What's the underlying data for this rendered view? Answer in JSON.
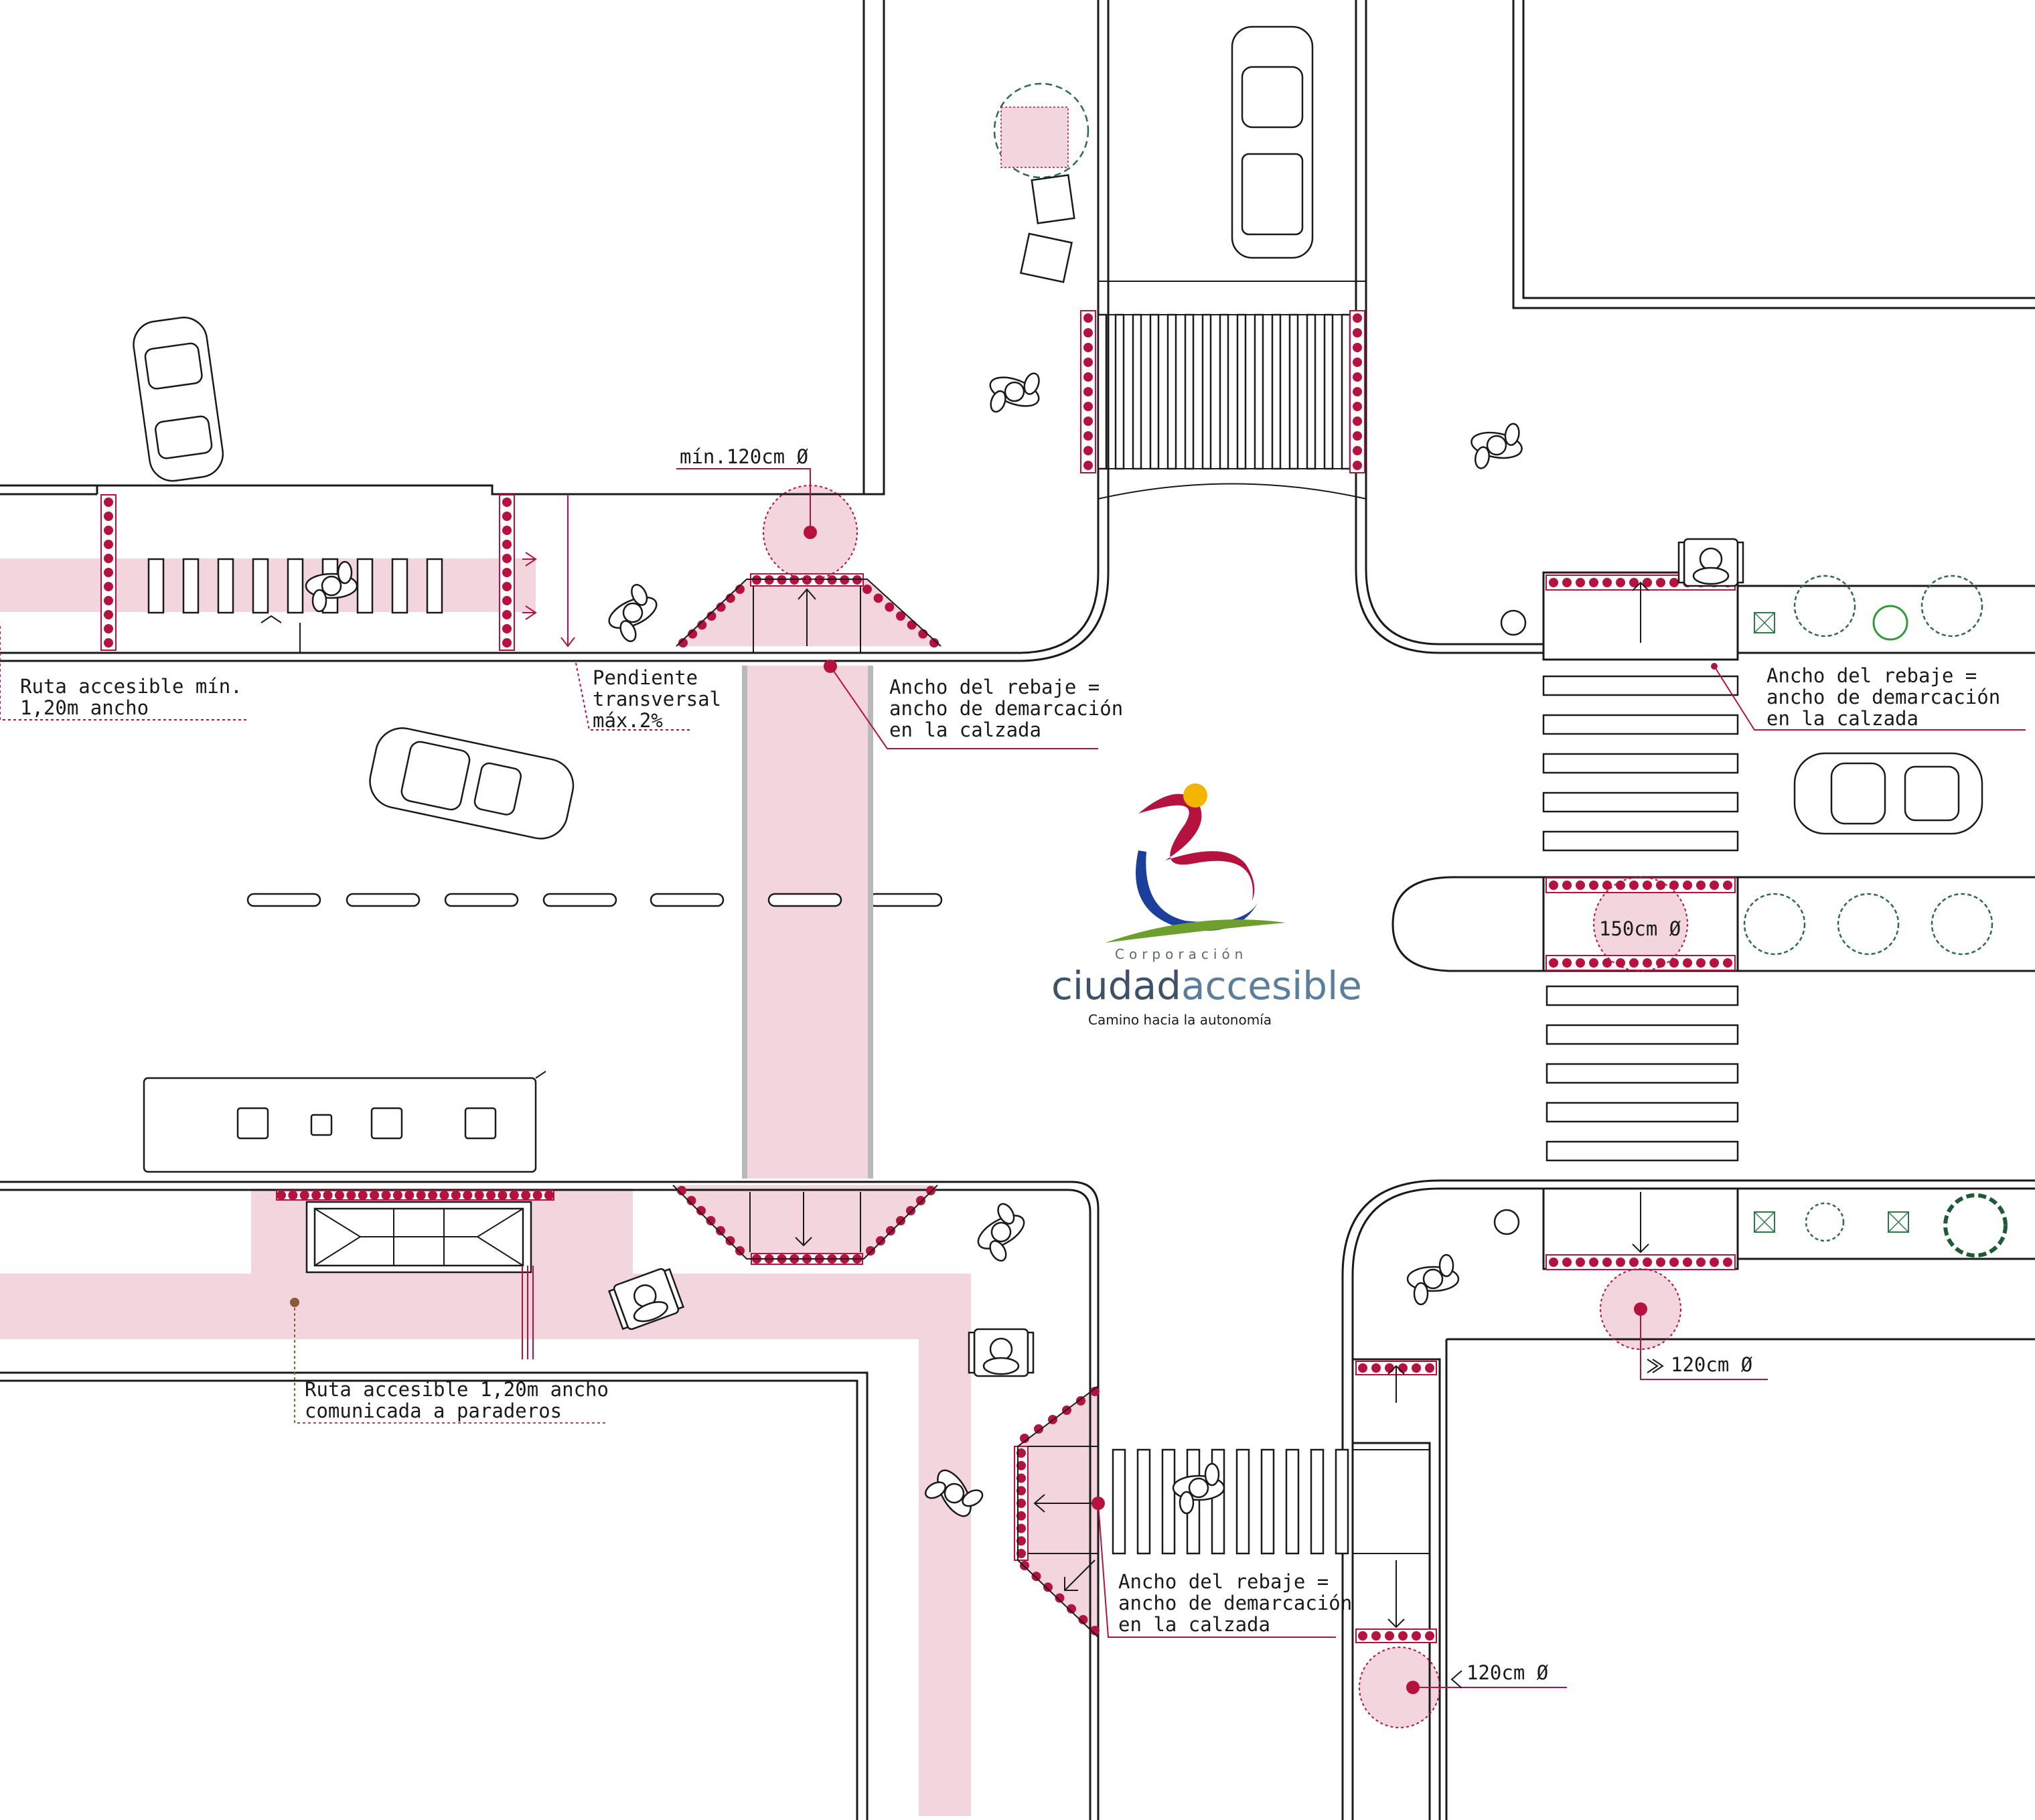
{
  "labels": {
    "ruta_min": [
      "Ruta accesible mín.",
      "1,20m ancho"
    ],
    "pendiente": [
      "Pendiente",
      "transversal",
      "máx.2%"
    ],
    "min120": "mín.120cm Ø",
    "ancho1": [
      "Ancho del rebaje =",
      "ancho de demarcación",
      "en la calzada"
    ],
    "ancho2": [
      "Ancho del rebaje =",
      "ancho de demarcación",
      "en la calzada"
    ],
    "ancho3": [
      "Ancho del rebaje =",
      "ancho de demarcación",
      "en la calzada"
    ],
    "d150": "150cm Ø",
    "d120a": "120cm Ø",
    "d120b": "120cm Ø",
    "ruta_paraderos": [
      "Ruta accesible 1,20m ancho",
      "comunicada a paraderos"
    ]
  },
  "brand": {
    "corporacion": "Corporación",
    "name_part1": "ciudad",
    "name_part2": "accesible",
    "tagline": "Camino hacia la autonomía"
  },
  "colors": {
    "accent": "#b5123f",
    "zone": "#f3d5dd",
    "logo_red": "#b5123f",
    "logo_blue": "#1d3f9c",
    "logo_yellow": "#f4b400",
    "logo_green": "#6e9e2e",
    "brand_text": "#3d5266"
  },
  "icons": [
    "car-icon",
    "bus-icon",
    "pedestrian-icon",
    "wheelchair-user-icon",
    "tree-icon",
    "bench-icon",
    "bollard-icon",
    "tactile-paving-icon"
  ]
}
